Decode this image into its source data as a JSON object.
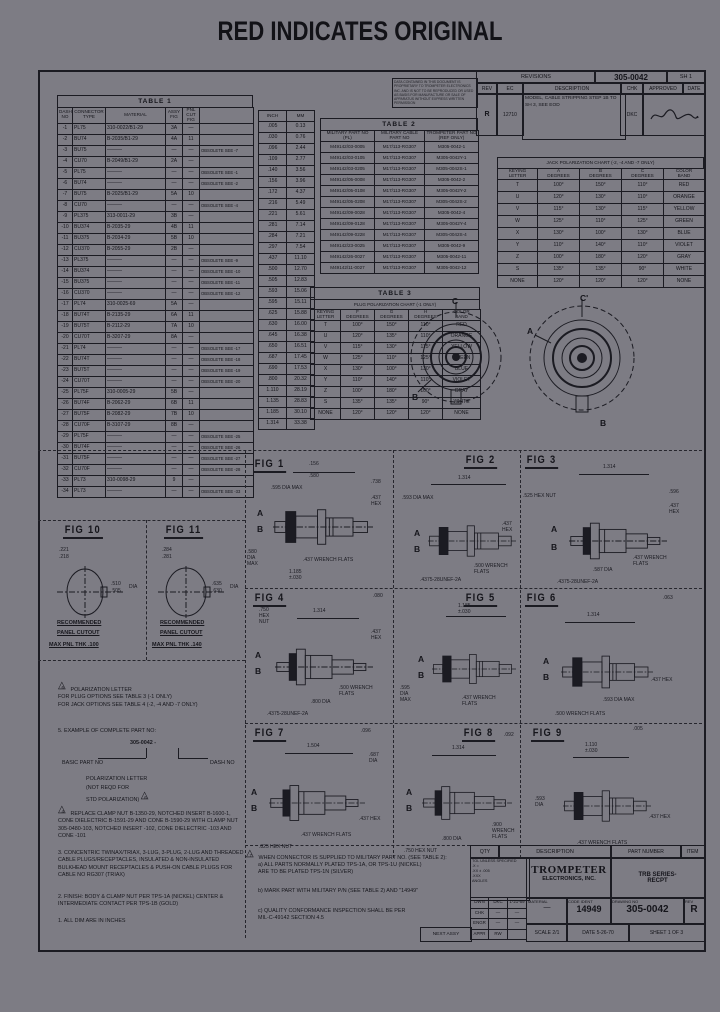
{
  "colors": {
    "background": "#7d7c84",
    "ink": "#17171d"
  },
  "page": {
    "title": "RED INDICATES ORIGINAL"
  },
  "proprietary_note": "DATA CONTAINED IN THIS DOCUMENT IS PROPRIETARY TO TROMPETER ELECTRONICS INC. AND IS NOT TO BE REPRODUCED OR USED AS BASIS FOR MANUFACTURE OR SALE OF APPARATUS WITHOUT EXPRESS WRITTEN PERMISSION",
  "revisions": {
    "title": "REVISIONS",
    "doc_no": "305-0042",
    "sheet": "SH 1",
    "headers": [
      "REV",
      "EC",
      "DESCRIPTION",
      "CHK",
      "APPROVED",
      "DATE"
    ],
    "entry": {
      "rev": "R",
      "ec": "12710",
      "description": "MODEL, CABLE STRIPPING STEP 1B TO SH 3, SEE EOD",
      "chk": "DKC",
      "date": ""
    }
  },
  "table1": {
    "title": "TABLE 1",
    "headers": [
      [
        "DASH\nNO",
        "CONNECTOR\nTYPE",
        "MATERIAL",
        "ASSY\nFIG",
        "PNL\nCUT\nFIG",
        ""
      ]
    ],
    "rows": [
      [
        "-1",
        "PL75",
        "310-0022/B1-29",
        "3A",
        "—",
        ""
      ],
      [
        "-2",
        "BU74",
        "B-2035/B1-29",
        "4A",
        "11",
        ""
      ],
      [
        "-3",
        "BU75",
        "———",
        "—",
        "—",
        "OBSOLETE SEE -7"
      ],
      [
        "-4",
        "CU70",
        "B-2049/B1-29",
        "2A",
        "—",
        ""
      ],
      [
        "-5",
        "PL75",
        "———",
        "—",
        "—",
        "OBSOLETE SEE -1"
      ],
      [
        "-6",
        "BU74",
        "———",
        "—",
        "—",
        "OBSOLETE SEE -2"
      ],
      [
        "-7",
        "BU75",
        "B-2025/B1-29",
        "5A",
        "10",
        ""
      ],
      [
        "-8",
        "CU70",
        "———",
        "—",
        "—",
        "OBSOLETE SEE -4"
      ],
      [
        "-9",
        "PL375",
        "313-0011-29",
        "3B",
        "—",
        ""
      ],
      [
        "-10",
        "BU374",
        "B-2035-29",
        "4B",
        "11",
        ""
      ],
      [
        "-11",
        "BU375",
        "B-2034-29",
        "5B",
        "10",
        ""
      ],
      [
        "-12",
        "CU370",
        "B-2055-29",
        "2B",
        "—",
        ""
      ],
      [
        "-13",
        "PL375",
        "———",
        "—",
        "—",
        "OBSOLETE SEE -9"
      ],
      [
        "-14",
        "BU374",
        "———",
        "—",
        "—",
        "OBSOLETE SEE -10"
      ],
      [
        "-15",
        "BU375",
        "———",
        "—",
        "—",
        "OBSOLETE SEE -11"
      ],
      [
        "-16",
        "CU370",
        "———",
        "—",
        "—",
        "OBSOLETE SEE -12"
      ],
      [
        "-17",
        "PL74",
        "310-0025-69",
        "5A",
        "—",
        ""
      ],
      [
        "-18",
        "BU74T",
        "B-2135-29",
        "6A",
        "11",
        ""
      ],
      [
        "-19",
        "BU75T",
        "B-2112-29",
        "7A",
        "10",
        ""
      ],
      [
        "-20",
        "CU70T",
        "B-3207-29",
        "8A",
        "—",
        ""
      ],
      [
        "-21",
        "PL74",
        "———",
        "—",
        "—",
        "OBSOLETE SEE -17"
      ],
      [
        "-22",
        "BU74T",
        "———",
        "—",
        "—",
        "OBSOLETE SEE -18"
      ],
      [
        "-23",
        "BU75T",
        "———",
        "—",
        "—",
        "OBSOLETE SEE -19"
      ],
      [
        "-24",
        "CU70T",
        "———",
        "—",
        "—",
        "OBSOLETE SEE -20"
      ],
      [
        "-25",
        "PL75F",
        "310-0005-29",
        "5B",
        "—",
        ""
      ],
      [
        "-26",
        "BU74F",
        "B-2062-29",
        "6B",
        "11",
        ""
      ],
      [
        "-27",
        "BU75F",
        "B-2082-29",
        "7B",
        "10",
        ""
      ],
      [
        "-28",
        "CU70F",
        "B-3107-29",
        "8B",
        "—",
        ""
      ],
      [
        "-29",
        "PL75F",
        "———",
        "—",
        "—",
        "OBSOLETE SEE -25"
      ],
      [
        "-30",
        "BU74F",
        "———",
        "—",
        "—",
        "OBSOLETE SEE -26"
      ],
      [
        "-31",
        "BU75F",
        "———",
        "—",
        "—",
        "OBSOLETE SEE -27"
      ],
      [
        "-32",
        "CU70F",
        "———",
        "—",
        "—",
        "OBSOLETE SEE -28"
      ],
      [
        "-33",
        "PL73",
        "310-0098-29",
        "9",
        "—",
        ""
      ],
      [
        "-34",
        "PL73",
        "———",
        "—",
        "—",
        "OBSOLETE SEE -33"
      ]
    ]
  },
  "mm_table": {
    "headers": [
      [
        "INCH",
        "MM"
      ]
    ],
    "rows": [
      [
        ".005",
        "0.13"
      ],
      [
        ".030",
        "0.76"
      ],
      [
        ".096",
        "2.44"
      ],
      [
        ".109",
        "2.77"
      ],
      [
        ".140",
        "3.56"
      ],
      [
        ".156",
        "3.96"
      ],
      [
        ".172",
        "4.37"
      ],
      [
        ".216",
        "5.49"
      ],
      [
        ".221",
        "5.61"
      ],
      [
        ".281",
        "7.14"
      ],
      [
        ".284",
        "7.21"
      ],
      [
        ".297",
        "7.54"
      ],
      [
        ".437",
        "11.10"
      ],
      [
        ".500",
        "12.70"
      ],
      [
        ".505",
        "12.83"
      ],
      [
        ".593",
        "15.06"
      ],
      [
        ".595",
        "15.11"
      ],
      [
        ".625",
        "15.88"
      ],
      [
        ".630",
        "16.00"
      ],
      [
        ".645",
        "16.38"
      ],
      [
        ".650",
        "16.51"
      ],
      [
        ".687",
        "17.45"
      ],
      [
        ".690",
        "17.53"
      ],
      [
        ".800",
        "20.32"
      ],
      [
        "1.110",
        "28.19"
      ],
      [
        "1.135",
        "28.83"
      ],
      [
        "1.185",
        "30.10"
      ],
      [
        "1.314",
        "33.38"
      ]
    ]
  },
  "table2": {
    "title": "TABLE 2",
    "headers": [
      [
        "MILITARY PART NO\n(PL)",
        "MILITARY CABLE\nPART NO",
        "TROMPETER PART NO\n(REF ONLY)"
      ]
    ],
    "rows": [
      [
        "M49142/03-0005",
        "M17/113-RG307",
        "M305-0042-1"
      ],
      [
        "M49142/03-0105",
        "M17/113-RG307",
        "M305-0042Y-1"
      ],
      [
        "M49142/03-0205",
        "M17/113-RG307",
        "M305-0042S-1"
      ],
      [
        "M49142/05-0008",
        "M17/113-RG307",
        "M305-0042-2"
      ],
      [
        "M49142/05-0108",
        "M17/113-RG307",
        "M305-0042Y-2"
      ],
      [
        "M49142/05-0208",
        "M17/113-RG307",
        "M305-0042S-2"
      ],
      [
        "M49142/09-0028",
        "M17/113-RG307",
        "M305-0042-4"
      ],
      [
        "M49142/09-0128",
        "M17/113-RG307",
        "M305-0042Y-4"
      ],
      [
        "M49142/09-0228",
        "M17/113-RG307",
        "M305-0042S-4"
      ],
      [
        "M49142/23-0025",
        "M17/113-RG307",
        "M305-0042-9"
      ],
      [
        "M49142/26-0027",
        "M17/113-RG307",
        "M305-0042-11"
      ],
      [
        "M49142/11-0027",
        "M17/113-RG307",
        "M305-0042-12"
      ]
    ]
  },
  "table3": {
    "title": "TABLE 3",
    "subtitle": "PLUG POLARIZATION CHART (-1 ONLY)",
    "headers": [
      [
        "KEYING\nLETTER",
        "F\nDEGREES",
        "G\nDEGREES",
        "H\nDEGREES",
        "COLOR\nBAND"
      ]
    ],
    "rows": [
      [
        "T",
        "100°",
        "150°",
        "110°",
        "RED"
      ],
      [
        "U",
        "120°",
        "135°",
        "110°",
        "ORANGE"
      ],
      [
        "V",
        "115°",
        "130°",
        "115°",
        "YELLOW"
      ],
      [
        "W",
        "125°",
        "110°",
        "125°",
        "GREEN"
      ],
      [
        "X",
        "130°",
        "100°",
        "130°",
        "BLUE"
      ],
      [
        "Y",
        "110°",
        "140°",
        "110°",
        "VIOLET"
      ],
      [
        "Z",
        "100°",
        "180°",
        "100°",
        "GRAY"
      ],
      [
        "S",
        "135°",
        "135°",
        "90°",
        "WHITE"
      ],
      [
        "NONE",
        "120°",
        "120°",
        "120°",
        "NONE"
      ]
    ]
  },
  "jack_chart": {
    "title": "JACK POLARIZATION CHART (-2, -4 AND -7 ONLY)",
    "headers": [
      [
        "KEYING\nLETTER",
        "A\nDEGREES",
        "B\nDEGREES",
        "C\nDEGREES",
        "COLOR\nBAND"
      ]
    ],
    "rows": [
      [
        "T",
        "100°",
        "150°",
        "110°",
        "RED"
      ],
      [
        "U",
        "120°",
        "130°",
        "110°",
        "ORANGE"
      ],
      [
        "V",
        "115°",
        "130°",
        "115°",
        "YELLOW"
      ],
      [
        "W",
        "125°",
        "110°",
        "125°",
        "GREEN"
      ],
      [
        "X",
        "130°",
        "100°",
        "130°",
        "BLUE"
      ],
      [
        "Y",
        "110°",
        "140°",
        "110°",
        "VIOLET"
      ],
      [
        "Z",
        "100°",
        "180°",
        "120°",
        "GRAY"
      ],
      [
        "S",
        "135°",
        "135°",
        "90°",
        "WHITE"
      ],
      [
        "NONE",
        "120°",
        "120°",
        "120°",
        "NONE"
      ]
    ]
  },
  "diagram_labels": {
    "d1": {
      "top": "C",
      "bottom": "B"
    },
    "d2": {
      "top": "C'",
      "left": "A",
      "bottom": "B"
    }
  },
  "fig_markers": {
    "a": "A",
    "b": "B"
  },
  "figures": [
    {
      "title": "FIG 1",
      "labels": [
        ".156",
        ".580",
        ".595 DIA MAX",
        ".738",
        ".437\nHEX",
        ".580\nDIA\nMAX",
        ".437 WRENCH FLATS",
        "1.185\n±.030"
      ]
    },
    {
      "title": "FIG 2",
      "labels": [
        "1.314",
        ".593 DIA MAX",
        ".437\nHEX",
        ".500 WRENCH\nFLATS",
        ".4375-28UNEF-2A"
      ]
    },
    {
      "title": "FIG 3",
      "labels": [
        "1.314",
        ".525 HEX NUT",
        ".596",
        ".437\nHEX",
        ".587 DIA",
        ".437 WRENCH\nFLATS",
        ".4375-28UNEF-2A"
      ]
    },
    {
      "title": "FIG 4",
      "labels": [
        ".750\nHEX\nNUT",
        "1.314",
        ".080",
        ".437\nHEX",
        ".500 WRENCH\nFLATS",
        ".800 DIA",
        ".4375-28UNEF-2A"
      ]
    },
    {
      "title": "FIG 5",
      "labels": [
        "1.185\n±.030",
        ".595\nDIA\nMAX",
        ".437 WRENCH\nFLATS"
      ]
    },
    {
      "title": "FIG 6",
      "labels": [
        "1.314",
        ".063",
        ".437 HEX",
        ".593 DIA MAX",
        ".500 WRENCH FLATS"
      ]
    },
    {
      "title": "FIG 7",
      "labels": [
        ".096",
        "1.504",
        ".687\nDIA",
        ".437 HEX",
        ".437 WRENCH FLATS",
        ".825 HEX NUT"
      ]
    },
    {
      "title": "FIG 8",
      "labels": [
        "1.314",
        ".092",
        ".900\nWRENCH\nFLATS",
        ".800 DIA",
        ".750 HEX NUT"
      ]
    },
    {
      "title": "FIG 9",
      "labels": [
        ".005",
        "1.110\n±.030",
        ".593\nDIA",
        ".437 HEX",
        ".437 WRENCH FLATS"
      ]
    },
    {
      "title": "FIG 10",
      "labels": [
        ".221",
        ".218",
        ".510",
        ".505",
        "DIA",
        "RECOMMENDED",
        "PANEL CUTOUT",
        "MAX PNL THK .100"
      ]
    },
    {
      "title": "FIG 11",
      "labels": [
        ".284",
        ".281",
        ".635",
        ".630",
        "DIA",
        "RECOMMENDED",
        "PANEL CUTOUT",
        "MAX PNL THK .140"
      ]
    }
  ],
  "notes": {
    "n6_num": "6",
    "n6": "POLARIZATION LETTER\nFOR PLUG OPTIONS SEE TABLE 3 (-1 ONLY)\nFOR JACK OPTIONS SEE TABLE 4 (-2, -4 AND -7 ONLY)",
    "n5_num": "5.",
    "n5_intro": "EXAMPLE OF COMPLETE PART NO:",
    "n5_part": "305-0042 -",
    "n5_basic": "BASIC PART NO",
    "n5_dash": "DASH NO",
    "n5_pol": "POLARIZATION LETTER",
    "n5_polnote": "(NOT REQD FOR\nSTD POLARIZATION)",
    "n5_tri": "6",
    "n4_num": "4",
    "n4": "REPLACE CLAMP NUT B-1350-29, NOTCHED INSERT B-1600-1, CONE DIELECTRIC B-1591-29 AND CONE B-1590-29 WITH CLAMP NUT 305-0480-103, NOTCHED INSERT -102, CONE DIELECTRIC -103 AND CONE -101",
    "n3_num": "3.",
    "n3": "CONCENTRIC TWINAX/TRIAX, 3-LUG, 3-PLUG, 2-LUG AND THREADED CABLE PLUGS/RECEPTACLES, INSULATED & NON-INSULATED BULKHEAD MOUNT RECEPTACLES & PUSH-ON CABLE PLUGS FOR CABLE NO RG307 (TRIAX)",
    "n2_num": "2.",
    "n2": "FINISH: BODY & CLAMP NUT PER TPS-1A (NICKEL) CENTER & INTERMEDIATE CONTACT PER TPS-1B (GOLD)",
    "n1_num": "1.",
    "n1": "ALL DIM ARE IN INCHES"
  },
  "note7": {
    "num": "7",
    "intro": "WHEN CONNECTOR IS SUPPLIED TO MILITARY PART NO. (SEE TABLE 2):",
    "a": "a) ALL PARTS NORMALLY PLATED TPS-1A, OR TPS-1U (NICKEL)\n     ARE TO BE PLATED TPS-1N (SILVER)",
    "b": "b) MARK PART WITH MILITARY P/N (SEE TABLE 2) AND \"14949\"",
    "c": "c) QUALITY CONFORMANCE INSPECTION SHALL BE PER\n     MIL-C-49142 SECTION 4.5"
  },
  "title_block": {
    "header": {
      "qty": "QTY",
      "description": "DESCRIPTION",
      "part_number": "PART NUMBER",
      "item": "ITEM"
    },
    "tolerances": "TOL UNLESS SPECIFIED\n.X =\n.XX ± .005\n.XXX\nANGLES",
    "company_line1": "TROMPETER",
    "company_line2": "ELECTRONICS, INC.",
    "drawing_title": "TRB SERIES-\nRECPT",
    "sign_rows": [
      [
        "DWN",
        "DKC",
        "1-21-69"
      ],
      [
        "CHK",
        "—",
        "—"
      ],
      [
        "ENGR",
        "—",
        "—"
      ],
      [
        "APPR",
        "RW",
        ""
      ]
    ],
    "material_label": "MATERIAL",
    "material_value": "—",
    "code_ident_label": "CODE IDENT",
    "code_ident": "14949",
    "drawing_no_label": "DRAWING NO",
    "drawing_no": "305-0042",
    "rev_label": "REV",
    "rev": "R",
    "scale_label": "SCALE",
    "scale": "2/1",
    "date_label": "DATE",
    "date": "5-26-70",
    "sheet_label": "SHEET",
    "sheet": "1 OF 3",
    "next_assy": "NEXT ASSY"
  }
}
